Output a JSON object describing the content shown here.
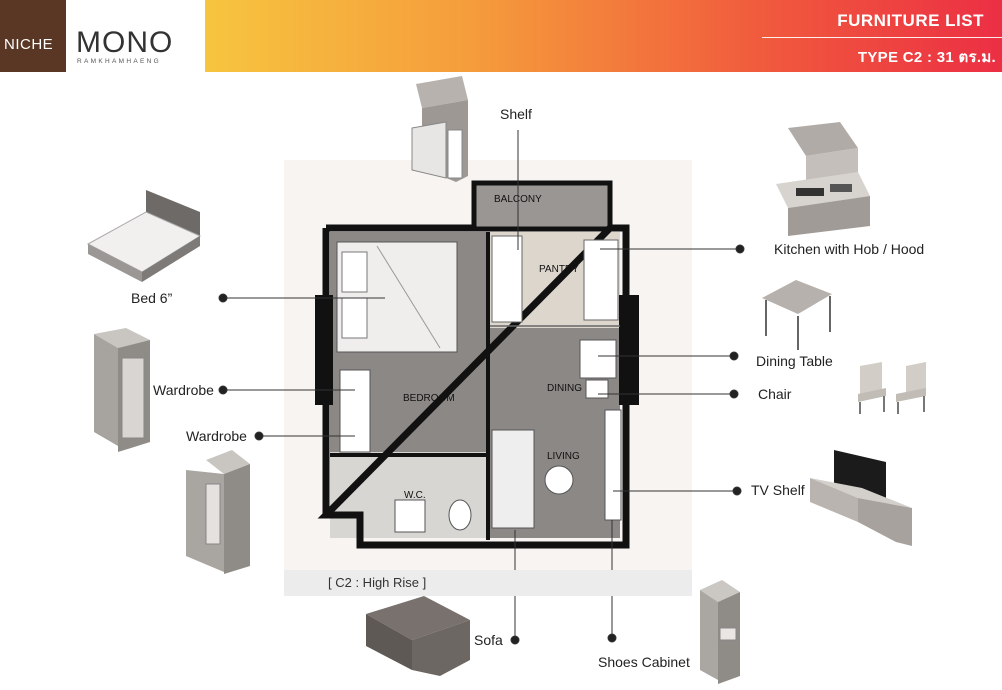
{
  "brand": {
    "niche": "NICHE",
    "mono": "MONO",
    "mono_sub": "RAMKHAMHAENG"
  },
  "header": {
    "title": "FURNITURE LIST",
    "type": "TYPE C2 : 31 ตร.ม."
  },
  "rooms": {
    "balcony": "BALCONY",
    "pantry": "PANTRY",
    "bedroom": "BEDROOM",
    "dining": "DINING",
    "living": "LIVING",
    "wc": "W.C."
  },
  "furniture": {
    "shelf": "Shelf",
    "kitchen": "Kitchen with Hob / Hood",
    "bed": "Bed 6”",
    "dining_table": "Dining Table",
    "wardrobe_1": "Wardrobe",
    "chair": "Chair",
    "wardrobe_2": "Wardrobe",
    "tv_shelf": "TV Shelf",
    "sofa": "Sofa",
    "shoes_cabinet": "Shoes Cabinet"
  },
  "caption": "[ C2 : High Rise ]",
  "colors": {
    "niche_brown": "#5a3624",
    "gradient_start": "#f7c53f",
    "gradient_end": "#ec2f44",
    "wall": "#111111",
    "floor_wood": "#8c8886",
    "floor_tile": "#ddd6cc"
  }
}
